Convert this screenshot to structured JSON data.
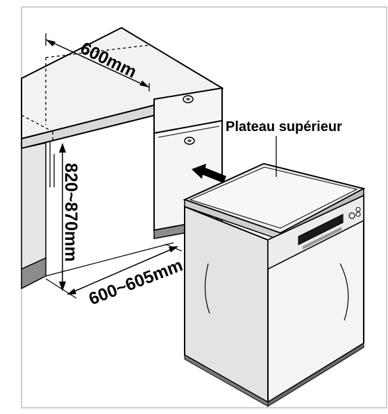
{
  "diagram": {
    "dimensions": {
      "width": "600mm",
      "height": "820~870mm",
      "depth": "600~605mm"
    },
    "callout": {
      "label": "Plateau supérieur"
    }
  }
}
